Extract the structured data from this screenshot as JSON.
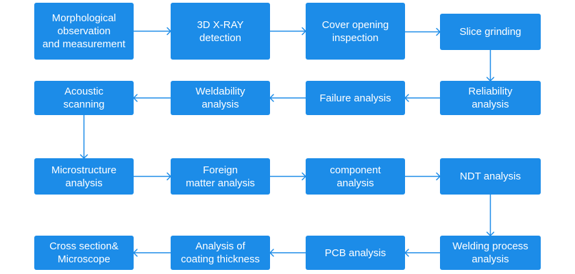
{
  "diagram": {
    "nodes": [
      {
        "id": "morphological",
        "label": "Morphological\nobservation\nand measurement"
      },
      {
        "id": "xray",
        "label": "3D X-RAY\ndetection"
      },
      {
        "id": "cover",
        "label": "Cover opening\ninspection"
      },
      {
        "id": "slice",
        "label": "Slice grinding"
      },
      {
        "id": "acoustic",
        "label": "Acoustic\nscanning"
      },
      {
        "id": "weldability",
        "label": "Weldability\nanalysis"
      },
      {
        "id": "failure",
        "label": "Failure analysis"
      },
      {
        "id": "reliability",
        "label": "Reliability\nanalysis"
      },
      {
        "id": "microstructure",
        "label": "Microstructure\nanalysis"
      },
      {
        "id": "foreign",
        "label": "Foreign\nmatter analysis"
      },
      {
        "id": "component",
        "label": "component\nanalysis"
      },
      {
        "id": "ndt",
        "label": "NDT analysis"
      },
      {
        "id": "cross",
        "label": "Cross section&\nMicroscope"
      },
      {
        "id": "coating",
        "label": "Analysis of\ncoating thickness"
      },
      {
        "id": "pcb",
        "label": "PCB analysis"
      },
      {
        "id": "welding",
        "label": "Welding process\nanalysis"
      }
    ],
    "edges": [
      {
        "from": "morphological",
        "to": "xray"
      },
      {
        "from": "xray",
        "to": "cover"
      },
      {
        "from": "cover",
        "to": "slice"
      },
      {
        "from": "slice",
        "to": "reliability"
      },
      {
        "from": "reliability",
        "to": "failure"
      },
      {
        "from": "failure",
        "to": "weldability"
      },
      {
        "from": "weldability",
        "to": "acoustic"
      },
      {
        "from": "acoustic",
        "to": "microstructure"
      },
      {
        "from": "microstructure",
        "to": "foreign"
      },
      {
        "from": "foreign",
        "to": "component"
      },
      {
        "from": "component",
        "to": "ndt"
      },
      {
        "from": "ndt",
        "to": "welding"
      },
      {
        "from": "welding",
        "to": "pcb"
      },
      {
        "from": "pcb",
        "to": "coating"
      },
      {
        "from": "coating",
        "to": "cross"
      }
    ],
    "colors": {
      "node_fill": "#1c8ce8",
      "node_text": "#ffffff",
      "connector": "#1c8ce8"
    }
  }
}
